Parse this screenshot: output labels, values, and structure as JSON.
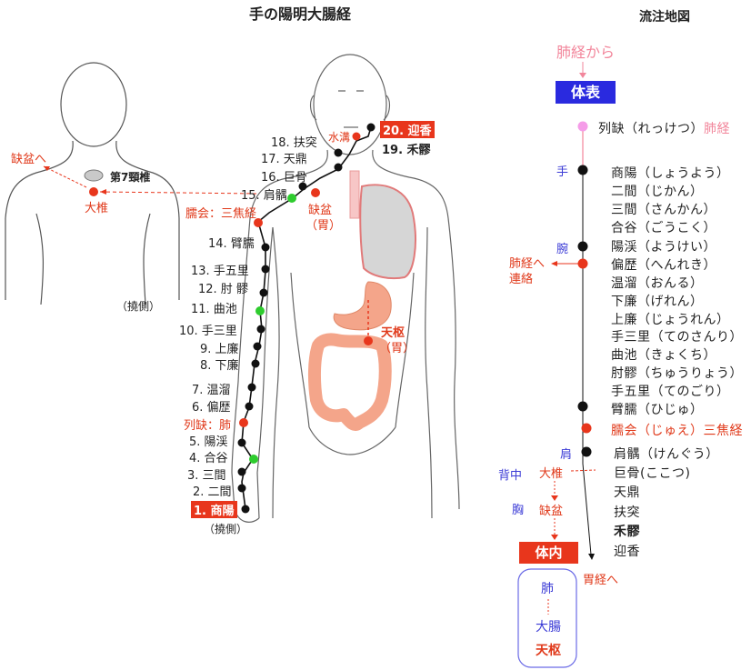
{
  "title": "手の陽明大腸経",
  "flow_title": "流注地図",
  "back": {
    "to_ketsubon": "缺盆へ",
    "vertebra": "第7頸椎",
    "daitsui": "大椎",
    "side": "（撓側）"
  },
  "body_labels": {
    "shouyou": "1. 商陽",
    "nikan": "2. 二間",
    "sankan": "3. 三間",
    "goukoku": "4. 合谷",
    "youkei": "5. 陽渓",
    "henreki": "6. 偏歴",
    "retsuketsu": "列缺：肺",
    "onru": "7. 温溜",
    "geren": "8. 下廉",
    "jouren": "9. 上廉",
    "tesanri": "10. 手三里",
    "kyokuchi": "11. 曲池",
    "churyou": "12. 肘 髎",
    "tegori": "13. 手五里",
    "hiju": "14. 臂臑",
    "jue": "臑会：三焦経",
    "kengu": "15. 肩髃",
    "kokotsu": "16. 巨骨",
    "tentei": "17. 天鼎",
    "futotsu": "18. 扶突",
    "karyou": "19. 禾髎",
    "geikou": "20. 迎香",
    "suikou": "水溝",
    "ketsubon": "缺盆",
    "ketsubon_sub": "（胃）",
    "tensuu": "天枢",
    "tensuu_sub": "（胃）",
    "hand_side": "（撓側）"
  },
  "flow": {
    "from_lung": "肺経から",
    "taihyou": "体表",
    "retsuketsu_name": "列缺（れっけつ）",
    "retsuketsu_meridian": "肺経",
    "hand": "手",
    "wrist": "腕",
    "lung_connect_1": "肺経へ",
    "lung_connect_2": "連絡",
    "shoulder": "肩",
    "points": [
      "商陽（しょうよう）",
      "二間（じかん）",
      "三間（さんかん）",
      "合谷（ごうこく）",
      "陽渓（ようけい）",
      "偏歴（へんれき）",
      "温溜（おんる）",
      "下廉（げれん）",
      "上廉（じょうれん）",
      "手三里（てのさんり）",
      "曲池（きょくち）",
      "肘髎（ちゅうりょう）",
      "手五里（てのごり）",
      "臂臑（ひじゅ）"
    ],
    "jue": "臑会（じゅえ）三焦経",
    "upper_points": [
      "肩髃（けんぐう）",
      "巨骨(ここつ)",
      "天鼎",
      "扶突",
      "禾髎",
      "迎香"
    ],
    "back_label": "背中",
    "daitsui": "大椎",
    "chest": "胸",
    "ketsubon": "缺盆",
    "tainai": "体内",
    "to_stomach": "胃経へ",
    "inner": [
      "肺",
      "大腸",
      "天枢"
    ]
  },
  "colors": {
    "accent_red": "#e8361c",
    "accent_blue": "#2a2adf",
    "pink": "#f2869b",
    "green": "#2ecc2e",
    "organ": "#f4a58a",
    "lung": "#d6d6d6"
  }
}
